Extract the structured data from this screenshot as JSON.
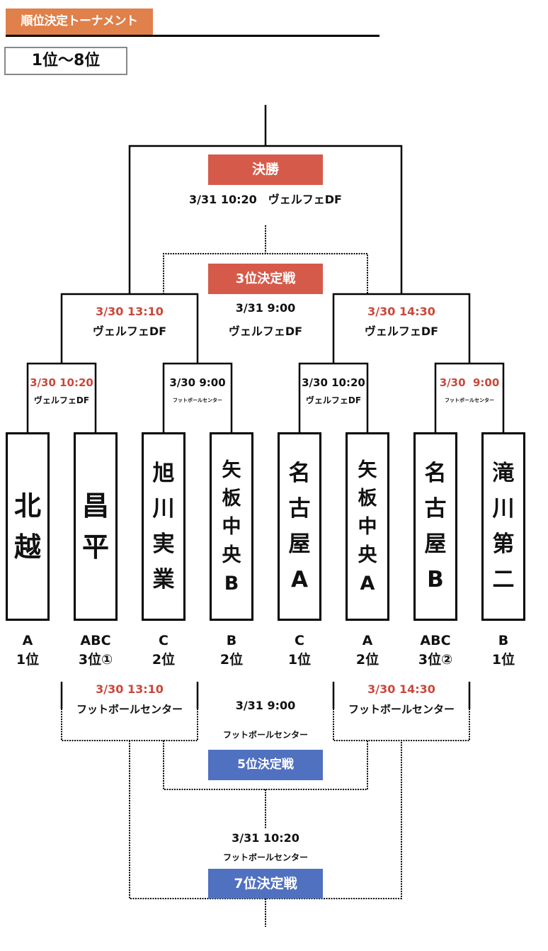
{
  "header": {
    "title": "順位決定トーナメント",
    "range": "1位〜8位"
  },
  "colors": {
    "accent_orange": "#e0804a",
    "final_red": "#d65a4a",
    "placement_blue": "#5070c0",
    "time_red": "#c9483c"
  },
  "final": {
    "label": "決勝",
    "info": "3/31 10:20　ヴェルフェDF"
  },
  "third_place": {
    "label": "3位決定戦",
    "time": "3/31 9:00",
    "venue": "ヴェルフェDF"
  },
  "semis": [
    {
      "time": "3/30 13:10",
      "venue": "ヴェルフェDF"
    },
    {
      "time": "3/30 14:30",
      "venue": "ヴェルフェDF"
    }
  ],
  "quarters": [
    {
      "time": "3/30 10:20",
      "venue": "ヴェルフェDF",
      "time_red": true
    },
    {
      "time": "3/30 9:00",
      "venue": "フットボールセンター",
      "time_red": false
    },
    {
      "time": "3/30 10:20",
      "venue": "ヴェルフェDF",
      "time_red": false
    },
    {
      "time": "3/30  9:00",
      "venue": "フットボールセンター",
      "time_red": true
    }
  ],
  "teams": [
    {
      "chars": [
        "北",
        "越"
      ],
      "group": "A",
      "rank": "1位"
    },
    {
      "chars": [
        "昌",
        "平"
      ],
      "group": "ABC",
      "rank": "3位①"
    },
    {
      "chars": [
        "旭",
        "川",
        "実",
        "業"
      ],
      "group": "C",
      "rank": "2位"
    },
    {
      "chars": [
        "矢",
        "板",
        "中",
        "央",
        "B"
      ],
      "group": "B",
      "rank": "2位"
    },
    {
      "chars": [
        "名",
        "古",
        "屋",
        "A"
      ],
      "group": "C",
      "rank": "1位"
    },
    {
      "chars": [
        "矢",
        "板",
        "中",
        "央",
        "A"
      ],
      "group": "A",
      "rank": "2位"
    },
    {
      "chars": [
        "名",
        "古",
        "屋",
        "B"
      ],
      "group": "ABC",
      "rank": "3位②"
    },
    {
      "chars": [
        "滝",
        "川",
        "第",
        "二"
      ],
      "group": "B",
      "rank": "1位"
    }
  ],
  "consolation_semis": [
    {
      "time": "3/30 13:10",
      "venue": "フットボールセンター"
    },
    {
      "time": "3/30 14:30",
      "venue": "フットボールセンター"
    }
  ],
  "fifth_place": {
    "label": "5位決定戦",
    "time": "3/31 9:00",
    "venue": "フットボールセンター"
  },
  "seventh_place": {
    "label": "7位決定戦",
    "time": "3/31 10:20",
    "venue": "フットボールセンター"
  }
}
